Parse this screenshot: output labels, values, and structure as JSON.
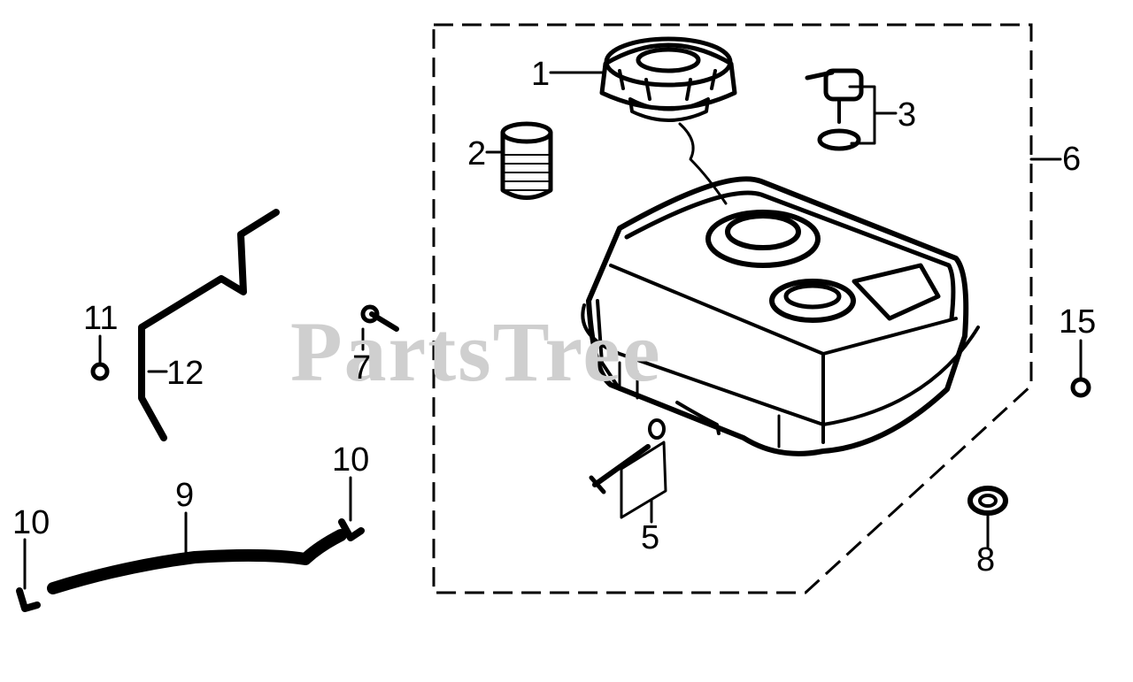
{
  "watermark": "PartsTree",
  "callouts": {
    "c1": "1",
    "c2": "2",
    "c3": "3",
    "c5": "5",
    "c6": "6",
    "c7": "7",
    "c8": "8",
    "c9": "9",
    "c10a": "10",
    "c10b": "10",
    "c11": "11",
    "c12": "12",
    "c15": "15"
  }
}
